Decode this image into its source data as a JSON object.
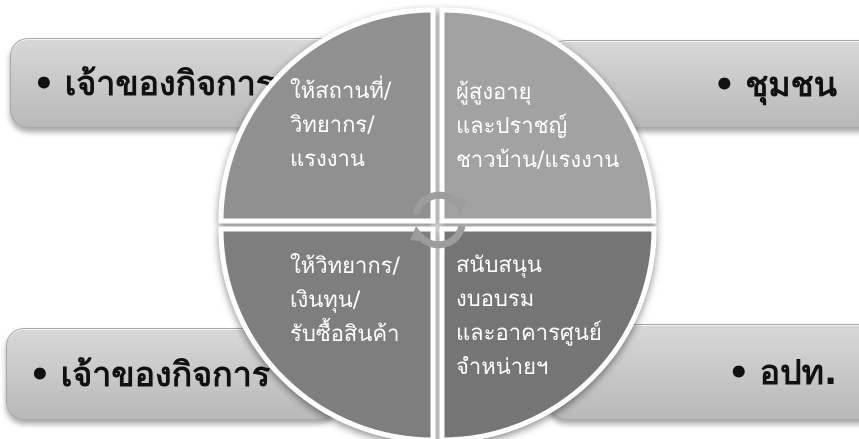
{
  "boxes": {
    "top_left": {
      "bullet": "•",
      "label": "เจ้าของกิจการ"
    },
    "top_right": {
      "bullet": "•",
      "label": "ชุมชน"
    },
    "bottom_left": {
      "bullet": "•",
      "label": "เจ้าของกิจการ"
    },
    "bottom_right": {
      "bullet": "•",
      "label": "อปท."
    }
  },
  "quadrants": {
    "top_left": [
      "ให้สถานที่/",
      "วิทยากร/",
      "แรงงาน"
    ],
    "top_right": [
      "ผู้สูงอายุ",
      "และปราชญ์",
      "ชาวบ้าน/แรงงาน"
    ],
    "bottom_left": [
      "ให้วิทยากร/",
      "เงินทุน/",
      "รับซื้อสินค้า"
    ],
    "bottom_right": [
      "สนับสนุน",
      "งบอบรม",
      "และอาคารศูนย์",
      "จำหน่ายฯ"
    ]
  },
  "center_icon": "cycle-arrows-icon",
  "colors": {
    "quadrant_top_left": "#909090",
    "quadrant_top_right": "#a2a2a2",
    "quadrant_bottom_left": "#7e7e7e",
    "quadrant_bottom_right": "#747474",
    "box_fill": "#c9c9c9",
    "quadrant_text": "#ffffff",
    "box_text": "#111111"
  }
}
